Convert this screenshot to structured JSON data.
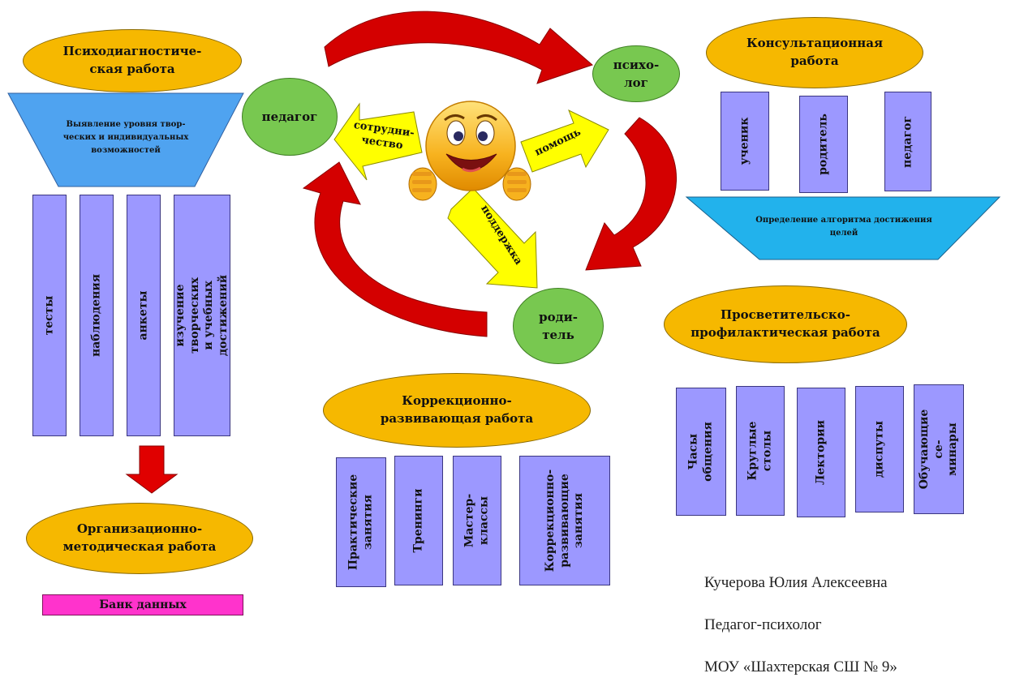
{
  "psychodiagnostic": {
    "title": "Психодиагностиче-\nская работа",
    "funnel_text": "Выявление уровня твор-\nческих и индивидуальных\nвозможностей",
    "methods": [
      "тесты",
      "наблюдения",
      "анкеты",
      "изучение творческих и учебных\nдостижений"
    ]
  },
  "organizational": {
    "title": "Организационно-\nметодическая работа",
    "bank": "Банк данных"
  },
  "center": {
    "psychologist": "психо-\nлог",
    "teacher": "педагог",
    "parent": "роди-\nтель",
    "cooperation": "сотрудни-\nчество",
    "help": "помощь",
    "support": "поддержка"
  },
  "consulting": {
    "title": "Консультационная\nработа",
    "targets": [
      "ученик",
      "родитель",
      "педагог"
    ],
    "funnel_text": "Определение алгоритма достижения\nцелей"
  },
  "correction": {
    "title": "Коррекционно-\nразвивающая работа",
    "items": [
      "Практические\nзанятия",
      "Тренинги",
      "Мастер-классы",
      "Коррекционно-\nразвивающие\nзанятия"
    ]
  },
  "education": {
    "title": "Просветительско-\nпрофилактическая работа",
    "items": [
      "Часы общения",
      "Круглые столы",
      "Лектории",
      "диспуты",
      "Обучающие се-\nминары"
    ]
  },
  "author": {
    "name": "Кучерова Юлия Алексеевна",
    "position": "Педагог-психолог",
    "school": "МОУ «Шахтерская СШ № 9»"
  },
  "colors": {
    "ellipse": "#f6b800",
    "circle": "#78c850",
    "box": "#9c98ff",
    "funnel": "#4fa3f0",
    "arrow_red": "#d40000",
    "arrow_yellow": "#ffff00",
    "bank": "#ff33cc"
  }
}
